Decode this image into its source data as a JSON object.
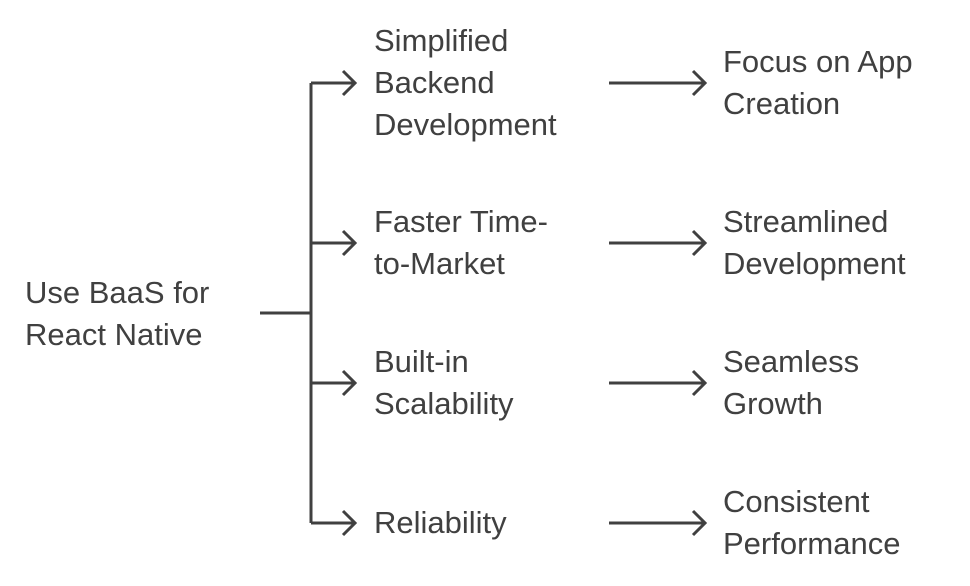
{
  "root": {
    "lines": [
      "Use BaaS for",
      "React Native"
    ]
  },
  "branches": [
    {
      "benefit": [
        "Simplified",
        "Backend",
        "Development"
      ],
      "outcome": [
        "Focus on App",
        "Creation"
      ]
    },
    {
      "benefit": [
        "Faster Time-",
        "to-Market"
      ],
      "outcome": [
        "Streamlined",
        "Development"
      ]
    },
    {
      "benefit": [
        "Built-in",
        "Scalability"
      ],
      "outcome": [
        "Seamless",
        "Growth"
      ]
    },
    {
      "benefit": [
        "Reliability"
      ],
      "outcome": [
        "Consistent",
        "Performance"
      ]
    }
  ]
}
